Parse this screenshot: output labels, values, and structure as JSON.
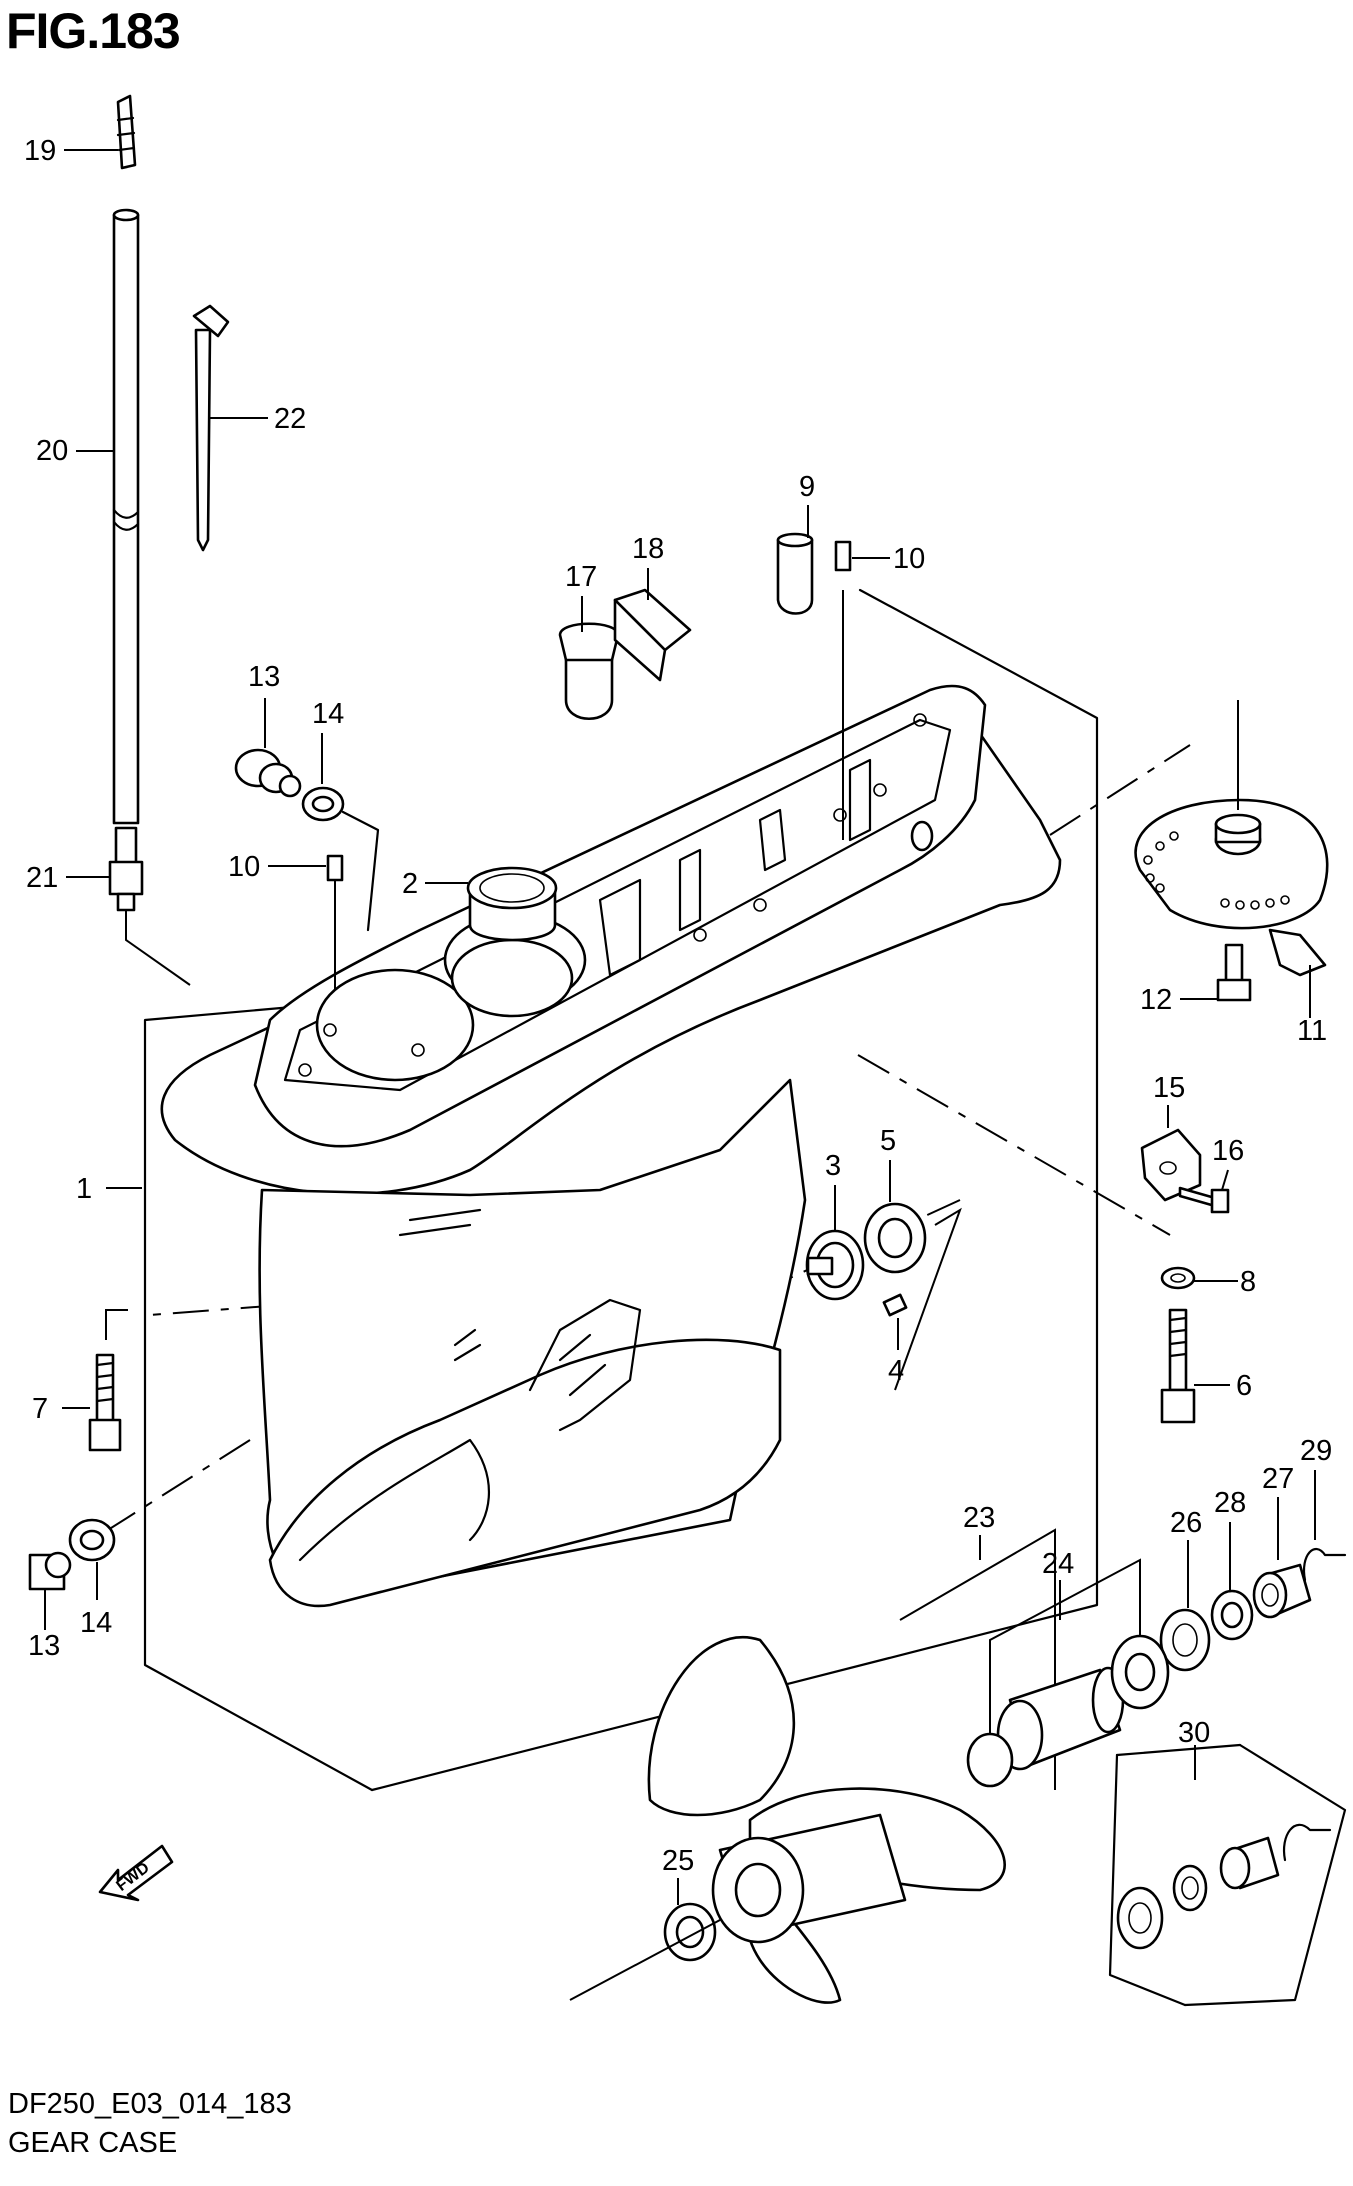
{
  "figure": {
    "title": "FIG.183"
  },
  "drawing": {
    "code": "DF250_E03_014_183"
  },
  "caption": "GEAR CASE",
  "direction_label": "FWD",
  "callouts": {
    "c1": "1",
    "c2": "2",
    "c3": "3",
    "c4": "4",
    "c5": "5",
    "c6": "6",
    "c7": "7",
    "c8": "8",
    "c9": "9",
    "c10a": "10",
    "c10b": "10",
    "c11": "11",
    "c12": "12",
    "c13a": "13",
    "c13b": "13",
    "c14a": "14",
    "c14b": "14",
    "c15": "15",
    "c16": "16",
    "c17": "17",
    "c18": "18",
    "c19": "19",
    "c20": "20",
    "c21": "21",
    "c22": "22",
    "c23": "23",
    "c24": "24",
    "c25": "25",
    "c26": "26",
    "c27": "27",
    "c28": "28",
    "c29": "29",
    "c30": "30"
  }
}
